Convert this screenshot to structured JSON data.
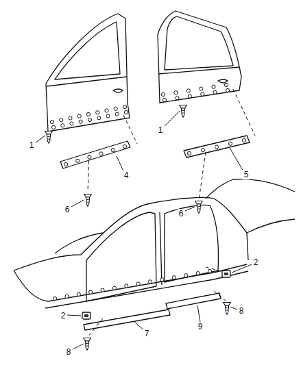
{
  "diagram": {
    "labels": [
      "1",
      "4",
      "6",
      "1",
      "5",
      "6",
      "2",
      "2",
      "8",
      "7",
      "9",
      "8"
    ]
  }
}
